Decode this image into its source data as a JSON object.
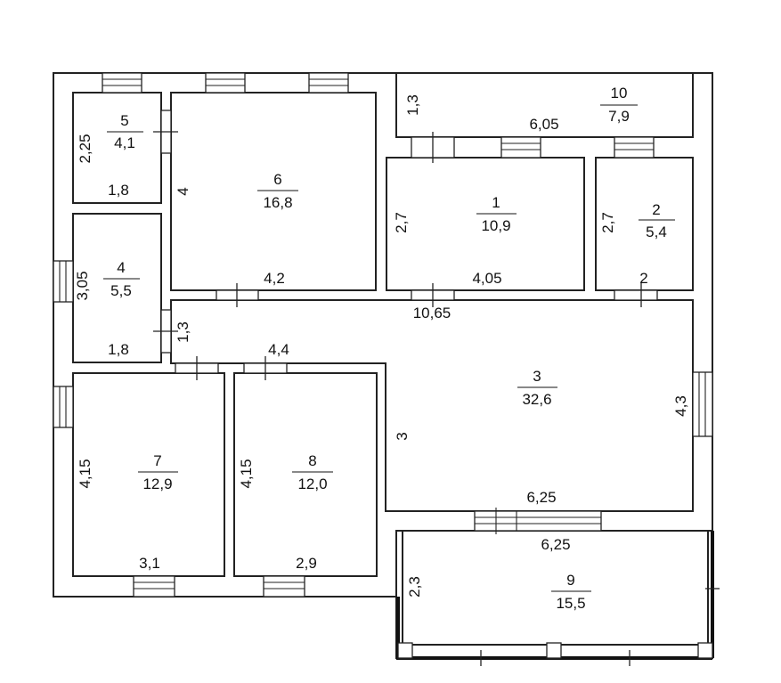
{
  "rooms": [
    {
      "number": "1",
      "area": "10,9"
    },
    {
      "number": "2",
      "area": "5,4"
    },
    {
      "number": "3",
      "area": "32,6"
    },
    {
      "number": "4",
      "area": "5,5"
    },
    {
      "number": "5",
      "area": "4,1"
    },
    {
      "number": "6",
      "area": "16,8"
    },
    {
      "number": "7",
      "area": "12,9"
    },
    {
      "number": "8",
      "area": "12,0"
    },
    {
      "number": "9",
      "area": "15,5"
    },
    {
      "number": "10",
      "area": "7,9"
    }
  ],
  "dimensions": {
    "r10_height": "1,3",
    "r10_width": "6,05",
    "r5_height": "2,25",
    "r5_width": "1,8",
    "r6_height": "4",
    "r6_width": "4,2",
    "r1_height": "2,7",
    "r1_width": "4,05",
    "r2_height": "2,7",
    "r2_width": "2",
    "r4_height": "3,05",
    "r4_width": "1,8",
    "hall_total": "10,65",
    "hall_small": "1,3",
    "hall_left": "4,4",
    "r3_left": "3",
    "r3_right": "4,3",
    "r3_bottom": "6,25",
    "r7_height": "4,15",
    "r7_width": "3,1",
    "r8_height": "4,15",
    "r8_width": "2,9",
    "r9_width": "6,25",
    "r9_height": "2,3"
  }
}
